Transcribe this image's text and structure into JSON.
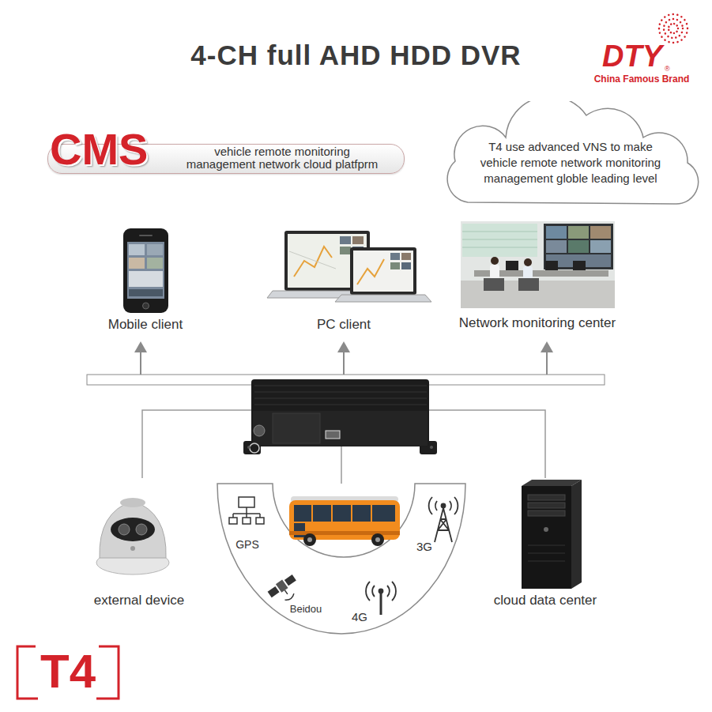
{
  "diagram": {
    "title": "4-CH full AHD HDD DVR",
    "nodes": [
      {
        "text": [
          "CMS",
          "vehicle remote monitoring management network cloud platfprm"
        ]
      },
      {
        "text": [
          "T4 use advanced VNS to make vehicle remote network monitoring management globle leading level"
        ]
      },
      {
        "text": [
          "Mobile client"
        ]
      },
      {
        "text": [
          "PC client"
        ]
      },
      {
        "text": [
          "Network monitoring center"
        ]
      },
      {
        "text": [
          "external device"
        ]
      },
      {
        "text": [
          "cloud data center"
        ]
      }
    ],
    "labels": [
      "DTY",
      "®",
      "China Famous Brand",
      "GPS",
      "3G",
      "Beidou",
      "4G",
      "T4"
    ]
  }
}
